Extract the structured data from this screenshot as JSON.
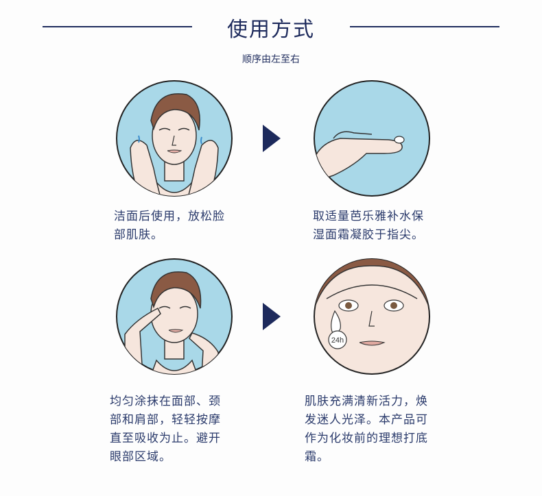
{
  "header": {
    "title": "使用方式",
    "subtitle": "顺序由左至右"
  },
  "steps": [
    {
      "caption": "洁面后使用，放松脸\n部肌肤。"
    },
    {
      "caption": "取适量芭乐雅补水保\n湿面霜凝胶于指尖。"
    },
    {
      "caption": "均匀涂抹在面部、颈\n部和肩部，轻轻按摩\n直至吸收为止。避开\n眼部区域。"
    },
    {
      "caption": "肌肤充满清新活力，焕\n发迷人光泽。本产品可\n作为化妆前的理想打底\n霜。"
    }
  ],
  "badge": {
    "label": "24h"
  },
  "colors": {
    "accent": "#1d2a5c",
    "circle": "#a9d8e8",
    "skin": "#f6e6dd",
    "hair": "#8a5a44"
  }
}
